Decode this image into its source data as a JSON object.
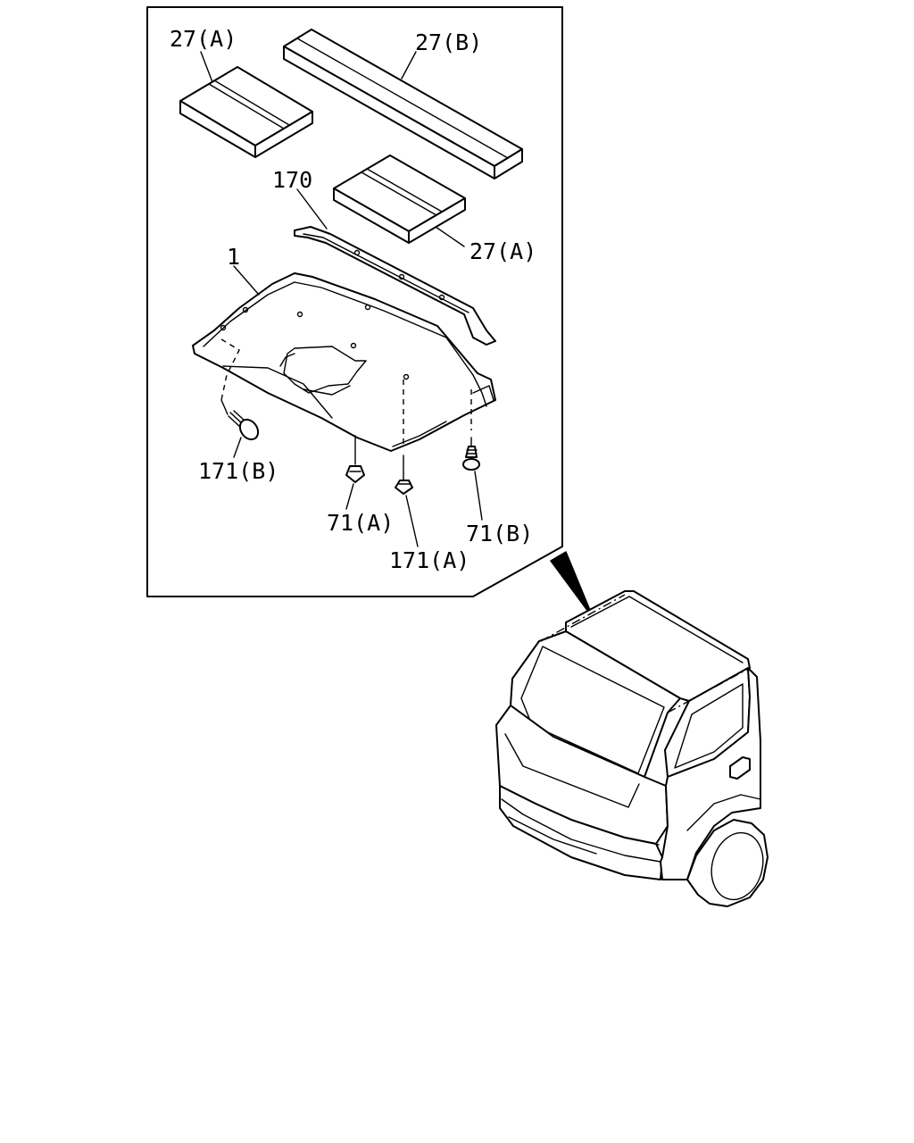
{
  "callouts": {
    "insulator_a_top": "27(A)",
    "insulator_b": "27(B)",
    "strip": "170",
    "insulator_a_mid": "27(A)",
    "headlining": "1",
    "clip_171b": "171(B)",
    "nut_71a": "71(A)",
    "clip_171a": "171(A)",
    "screw_71b": "71(B)"
  },
  "colors": {
    "line": "#000000",
    "background": "#ffffff"
  }
}
